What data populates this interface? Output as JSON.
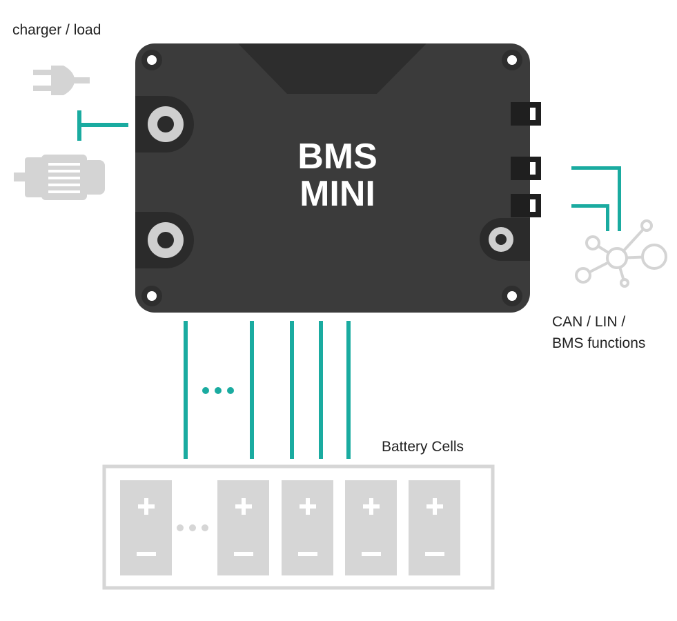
{
  "labels": {
    "charger_load": "charger / load",
    "can_lin_line1": "CAN / LIN /",
    "can_lin_line2": "BMS functions",
    "battery_cells": "Battery Cells"
  },
  "device": {
    "title_line1": "BMS",
    "title_line2": "MINI"
  },
  "ellipsis": {
    "between_wires": "•••",
    "between_cells": "•••"
  },
  "cell_terminals": {
    "plus": "+",
    "minus": "−"
  },
  "counts": {
    "cell_wires": 5,
    "cells_shown": 5,
    "comm_connectors": 3
  },
  "colors": {
    "accent_teal": "#1aaba0",
    "device_body": "#3b3b3b",
    "device_dark": "#2b2b2b",
    "icon_gray": "#d4d4d4",
    "cell_fill": "#d6d6d6",
    "text": "#222222"
  },
  "icons": [
    "plug-icon",
    "motor-icon",
    "network-icon"
  ]
}
